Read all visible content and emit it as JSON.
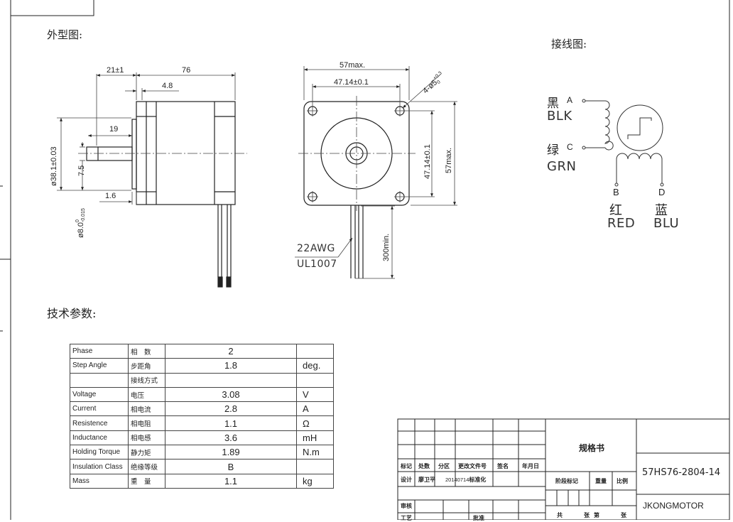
{
  "headings": {
    "outline": "外型图:",
    "wiring": "接线图:",
    "specs": "技术参数:"
  },
  "side_view": {
    "dim_21": "21±1",
    "dim_76": "76",
    "dim_4_8": "4.8",
    "dim_19": "19",
    "dim_7_5": "7.5",
    "dim_1_6": "1.6",
    "dim_pilot": "ø38.1±0.03",
    "dim_shaft": "ø8.0",
    "dim_shaft_tol_upper": "0",
    "dim_shaft_tol_lower": "-0.015"
  },
  "front_view": {
    "dim_57max_top": "57max.",
    "dim_47_top": "47.14±0.1",
    "dim_hole": "4-ø5",
    "dim_hole_tol_upper": "+0.3",
    "dim_hole_tol_lower": "0",
    "dim_47_side": "47.14±0.1",
    "dim_57max_side": "57max.",
    "dim_lead_len": "300min.",
    "wire_gauge": "22AWG",
    "wire_spec": "UL1007"
  },
  "wiring": {
    "a_cn": "黑",
    "a_pin": "A",
    "a_en": "BLK",
    "c_cn": "绿",
    "c_pin": "C",
    "c_en": "GRN",
    "b_pin": "B",
    "b_cn": "红",
    "b_en": "RED",
    "d_pin": "D",
    "d_cn": "蓝",
    "d_en": "BLU"
  },
  "spec_table": [
    {
      "en": "Phase",
      "cn": "相　数",
      "value": "2",
      "unit": ""
    },
    {
      "en": "Step Angle",
      "cn": "步距角",
      "value": "1.8",
      "unit": "deg."
    },
    {
      "en": "",
      "cn": "接线方式",
      "value": "",
      "unit": ""
    },
    {
      "en": "Voltage",
      "cn": "电压",
      "value": "3.08",
      "unit": "V"
    },
    {
      "en": "Current",
      "cn": "相电流",
      "value": "2.8",
      "unit": "A"
    },
    {
      "en": "Resistence",
      "cn": "相电阻",
      "value": "1.1",
      "unit": "Ω"
    },
    {
      "en": "Inductance",
      "cn": "相电感",
      "value": "3.6",
      "unit": "mH"
    },
    {
      "en": "Holding Torque",
      "cn": "静力矩",
      "value": "1.89",
      "unit": "N.m"
    },
    {
      "en": "Insulation Class",
      "cn": "绝缘等级",
      "value": "B",
      "unit": ""
    },
    {
      "en": "Mass",
      "cn": "重　量",
      "value": "1.1",
      "unit": "kg"
    }
  ],
  "title_block": {
    "h_mark": "标记",
    "h_count": "处数",
    "h_zone": "分区",
    "h_doc": "更改文件号",
    "h_sign": "签名",
    "h_date": "年月日",
    "design_label": "设计",
    "designer": "廖卫平",
    "design_date": "20140714",
    "standardize": "标准化",
    "review": "审核",
    "process": "工艺",
    "approve": "批准",
    "doc_title": "规格书",
    "stage_mark": "阶段标记",
    "weight": "重量",
    "scale": "比例",
    "total": "共",
    "sheet_word": "张",
    "page_word": "第",
    "sheet_word2": "张",
    "model": "57HS76-2804-14",
    "company": "JKONGMOTOR"
  }
}
